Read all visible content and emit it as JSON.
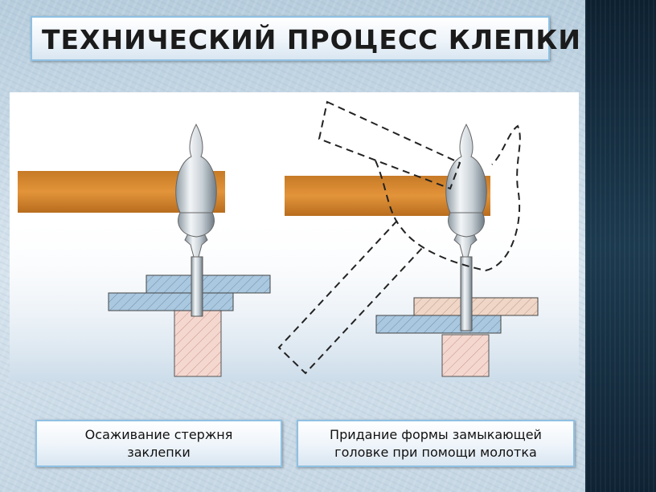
{
  "slide": {
    "title": "ТЕХНИЧЕСКИЙ ПРОЦЕСС КЛЕПКИ",
    "captions": {
      "left": "Осаживание стержня\nзаклепки",
      "right": "Придание формы замыкающей\nголовке при помощи молотка"
    }
  },
  "colors": {
    "hammer_handle": "#d98a2b",
    "upper_plate_left": "#aac8e0",
    "upper_plate_right": "#eed4c3",
    "lower_plate": "#aac8e0",
    "support": "#f2d1c8",
    "title_border": "#8fc1e3"
  }
}
